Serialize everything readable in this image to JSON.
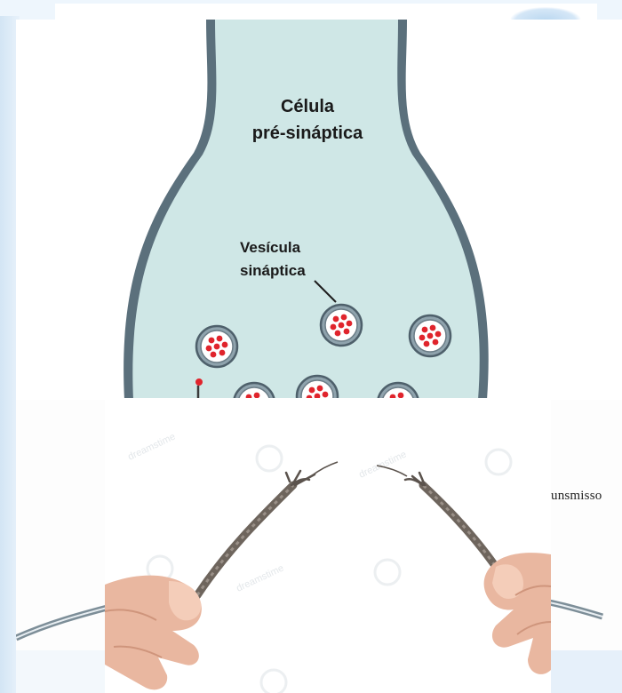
{
  "diagram": {
    "cell_label_line1": "Célula",
    "cell_label_line2": "pré-sináptica",
    "vesicle_label_line1": "Vesícula",
    "vesicle_label_line2": "sináptica",
    "cell_fill": "#cfe7e6",
    "cell_border": "#5a6e7a",
    "particle_color": "#e0242c"
  },
  "background_text": {
    "partial_word": "unsmisso"
  },
  "photo": {
    "watermark": "dreamstime"
  }
}
